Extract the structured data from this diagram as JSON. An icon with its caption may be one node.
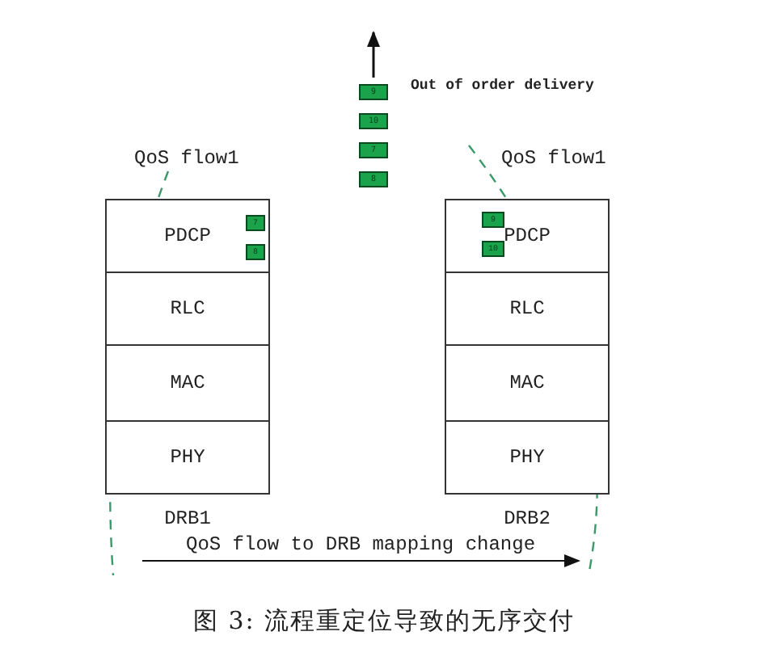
{
  "diagram": {
    "caption": "图 3: 流程重定位导致的无序交付",
    "nodes": [
      {
        "text": [
          "DRB1"
        ]
      },
      {
        "text": [
          "PDCP"
        ],
        "in": 0
      },
      {
        "text": [
          "RLC"
        ],
        "in": 0
      },
      {
        "text": [
          "MAC"
        ],
        "in": 0
      },
      {
        "text": [
          "PHY"
        ],
        "in": 0
      },
      {
        "text": [
          "7"
        ],
        "in": 1
      },
      {
        "text": [
          "8"
        ],
        "in": 1
      },
      {
        "text": [
          "DRB2"
        ]
      },
      {
        "text": [
          "PDCP"
        ],
        "in": 7
      },
      {
        "text": [
          "RLC"
        ],
        "in": 7
      },
      {
        "text": [
          "MAC"
        ],
        "in": 7
      },
      {
        "text": [
          "PHY"
        ],
        "in": 7
      },
      {
        "text": [
          "9"
        ],
        "in": 8
      },
      {
        "text": [
          "10"
        ],
        "in": 8
      },
      {
        "text": [
          "9"
        ]
      },
      {
        "text": [
          "10"
        ]
      },
      {
        "text": [
          "7"
        ]
      },
      {
        "text": [
          "8"
        ]
      }
    ],
    "labels": [
      "Out of order delivery",
      "QoS flow1",
      "QoS flow1",
      "QoS flow to DRB mapping change"
    ]
  }
}
